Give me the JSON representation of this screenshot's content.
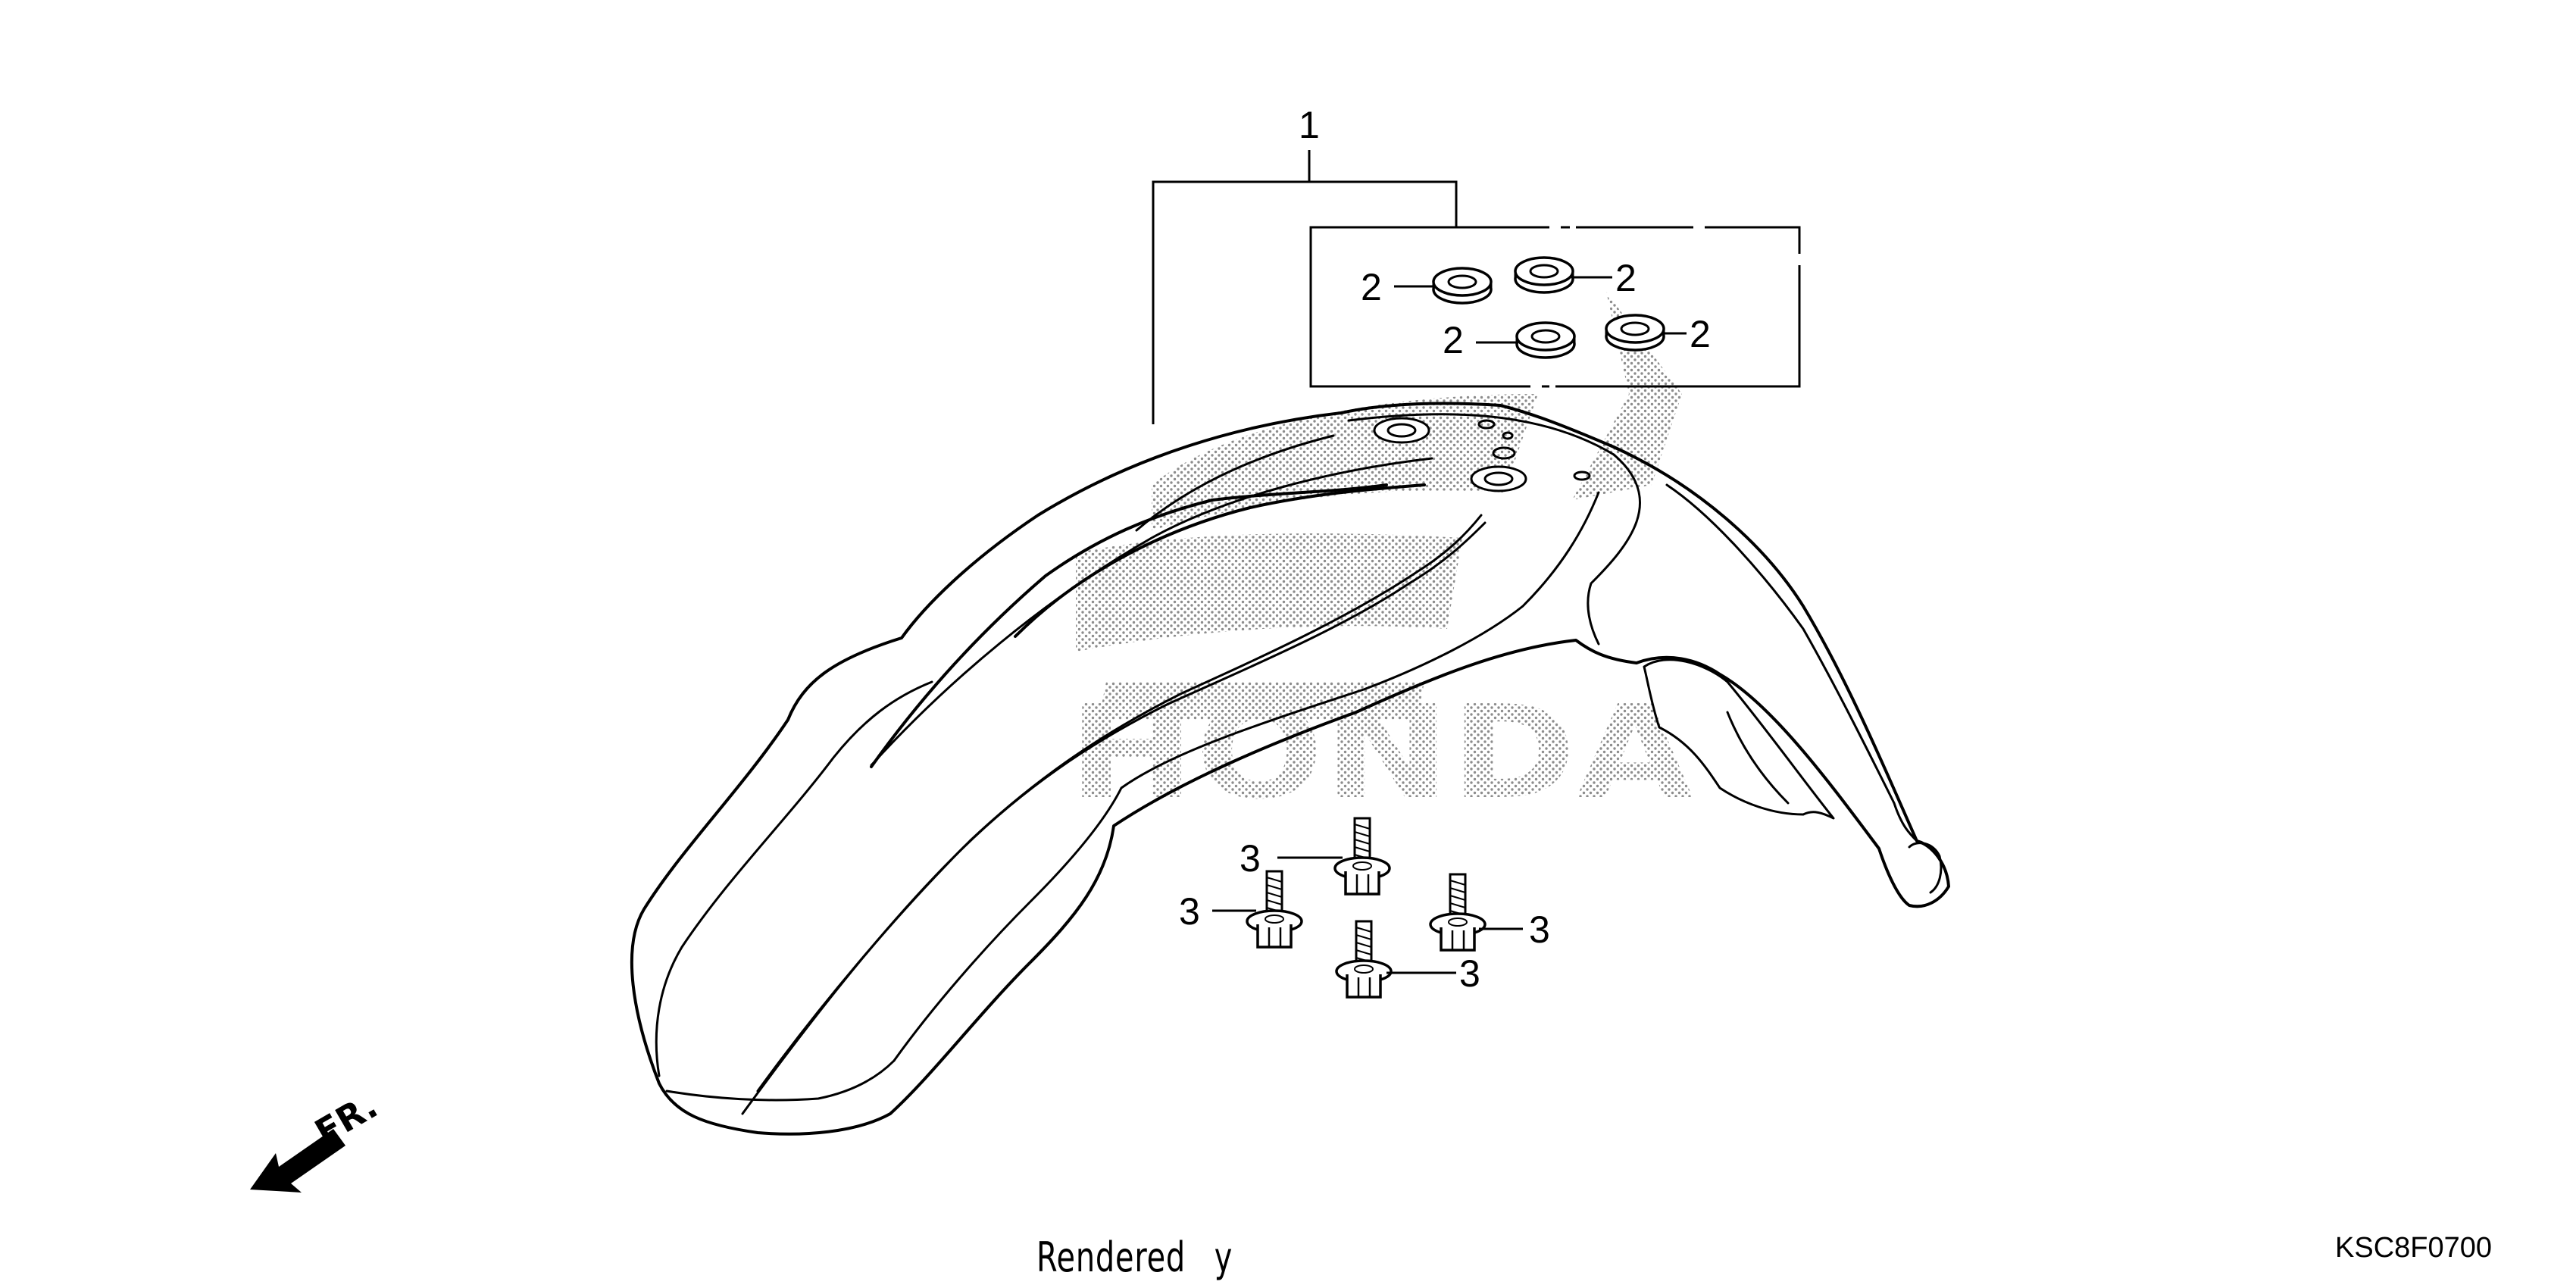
{
  "diagram": {
    "callouts": {
      "fender_assembly": "1",
      "grommet": "2",
      "bolt": "3"
    },
    "direction_label": "FR.",
    "watermark_brand": "HONDA"
  },
  "footer": {
    "rendered_prefix": "Rendered",
    "rendered_suffix": "y",
    "part_code": "KSC8F0700"
  }
}
